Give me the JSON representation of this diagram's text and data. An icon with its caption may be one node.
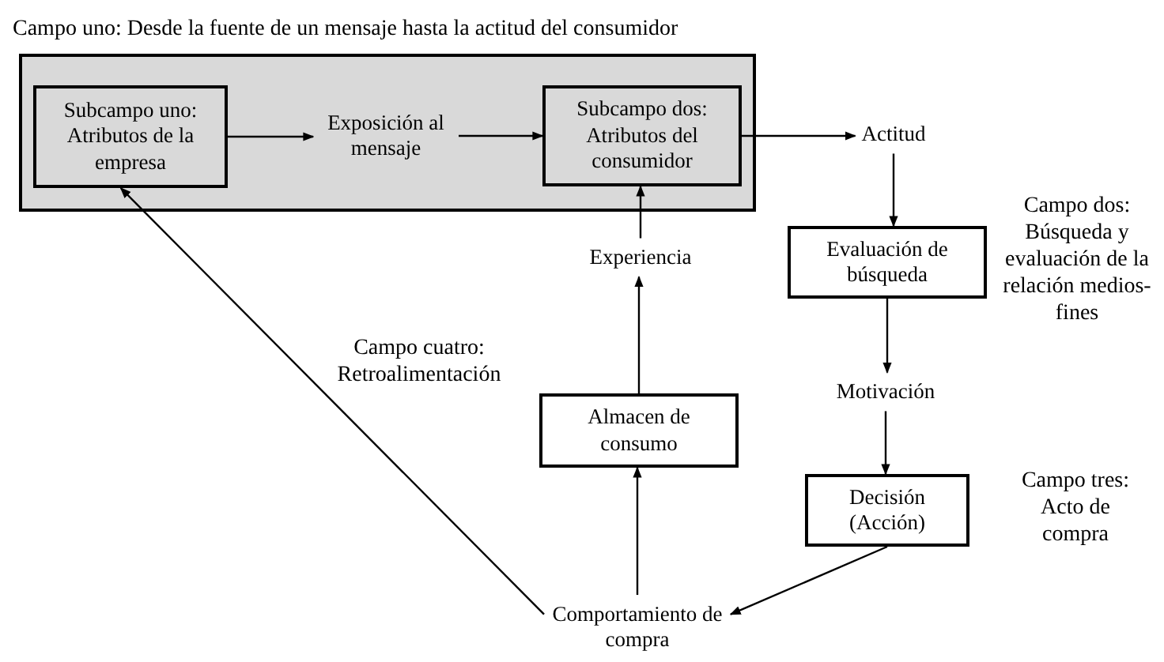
{
  "diagram": {
    "nodes": [
      {
        "text": [
          "Campo uno: Desde la fuente de un mensaje hasta la actitud del consumidor"
        ]
      },
      {
        "text": [
          "Subcampo uno: Atributos de la empresa"
        ],
        "in": 0
      },
      {
        "text": [
          "Exposición al mensaje"
        ],
        "in": 0
      },
      {
        "text": [
          "Subcampo dos: Atributos del consumidor"
        ],
        "in": 0
      },
      {
        "text": [
          "Actitud"
        ]
      },
      {
        "text": [
          "Evaluación de búsqueda"
        ]
      },
      {
        "text": [
          "Motivación"
        ]
      },
      {
        "text": [
          "Decisión (Acción)"
        ]
      },
      {
        "text": [
          "Comportamiento de compra"
        ]
      },
      {
        "text": [
          "Almacen de consumo"
        ]
      },
      {
        "text": [
          "Experiencia"
        ]
      }
    ],
    "edges": [
      {
        "from": 1,
        "to": 2,
        "arrow": "to"
      },
      {
        "from": 2,
        "to": 3,
        "arrow": "to"
      },
      {
        "from": 3,
        "to": 4,
        "arrow": "to"
      },
      {
        "from": 4,
        "to": 5,
        "arrow": "to"
      },
      {
        "from": 5,
        "to": 6,
        "arrow": "to"
      },
      {
        "from": 6,
        "to": 7,
        "arrow": "to"
      },
      {
        "from": 7,
        "to": 8,
        "arrow": "to"
      },
      {
        "from": 8,
        "to": 9,
        "arrow": "to"
      },
      {
        "from": 9,
        "to": 10,
        "arrow": "to"
      },
      {
        "from": 10,
        "to": 3,
        "arrow": "to"
      },
      {
        "from": 8,
        "to": 1,
        "arrow": "to"
      }
    ],
    "labels": [
      "Campo dos: Búsqueda y evaluación de la relación medios-fines",
      "Campo cuatro: Retroalimentación",
      "Campo tres: Acto de compra"
    ]
  }
}
